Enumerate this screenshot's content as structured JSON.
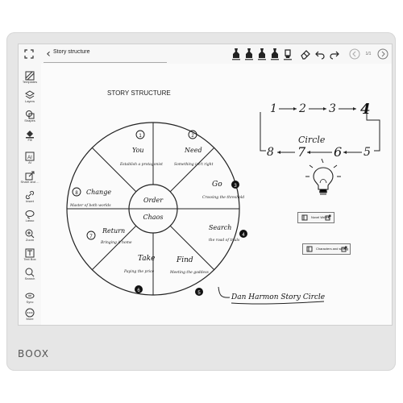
{
  "app": {
    "brand": "BOOX",
    "document_title": "Story structure",
    "story_title": "STORY STRUCTURE",
    "caption": "Dan Harmon Story Circle"
  },
  "sidebar": {
    "items": [
      {
        "label": "Templates",
        "icon": "templates-icon"
      },
      {
        "label": "Layers",
        "icon": "layers-icon"
      },
      {
        "label": "Shapes",
        "icon": "shapes-icon"
      },
      {
        "label": "Fill",
        "icon": "fill-icon"
      },
      {
        "label": "AI",
        "icon": "ai-icon"
      },
      {
        "label": "Share and ...",
        "icon": "share-icon"
      },
      {
        "label": "Insert",
        "icon": "insert-icon"
      },
      {
        "label": "Lasso",
        "icon": "lasso-icon"
      },
      {
        "label": "Zoom",
        "icon": "zoom-icon"
      },
      {
        "label": "Text Box",
        "icon": "text-box-icon"
      },
      {
        "label": "Search",
        "icon": "search-icon"
      },
      {
        "label": "Sync",
        "icon": "sync-icon"
      },
      {
        "label": "More",
        "icon": "more-icon"
      }
    ]
  },
  "toolbar": {
    "tools": [
      {
        "name": "pen-1-icon"
      },
      {
        "name": "pen-2-icon"
      },
      {
        "name": "pen-3-icon"
      },
      {
        "name": "pen-4-icon"
      },
      {
        "name": "highlighter-icon"
      },
      {
        "name": "eraser-icon"
      },
      {
        "name": "undo-icon"
      },
      {
        "name": "redo-icon"
      },
      {
        "name": "prev-page-icon"
      },
      {
        "name": "next-page-icon"
      }
    ],
    "page_indicator": "1/1",
    "colors": {
      "accent": "#111111",
      "paper": "#fbfbfb",
      "frame": "#e6e6e6"
    }
  },
  "circle": {
    "center_top": "Order",
    "center_bottom": "Chaos",
    "sectors": [
      {
        "number": "1",
        "title": "You",
        "subtitle": "Establish a protagonist"
      },
      {
        "number": "2",
        "title": "Need",
        "subtitle": "Something isn't right"
      },
      {
        "number": "3",
        "title": "Go",
        "subtitle": "Crossing the threshold"
      },
      {
        "number": "4",
        "title": "Search",
        "subtitle": "the road of trials"
      },
      {
        "number": "5",
        "title": "Find",
        "subtitle": "Meeting the goddess"
      },
      {
        "number": "6",
        "title": "Take",
        "subtitle": "Paying the price"
      },
      {
        "number": "7",
        "title": "Return",
        "subtitle": "Bringing it home"
      },
      {
        "number": "8",
        "title": "Change",
        "subtitle": "Master of both worlds"
      }
    ]
  },
  "flow": {
    "top": [
      "1",
      "2",
      "3",
      "4"
    ],
    "bottom": [
      "8",
      "7",
      "6",
      "5"
    ],
    "label": "Circle"
  },
  "links": [
    {
      "label": "Novel Writing"
    },
    {
      "label": "Characters and setting"
    }
  ]
}
